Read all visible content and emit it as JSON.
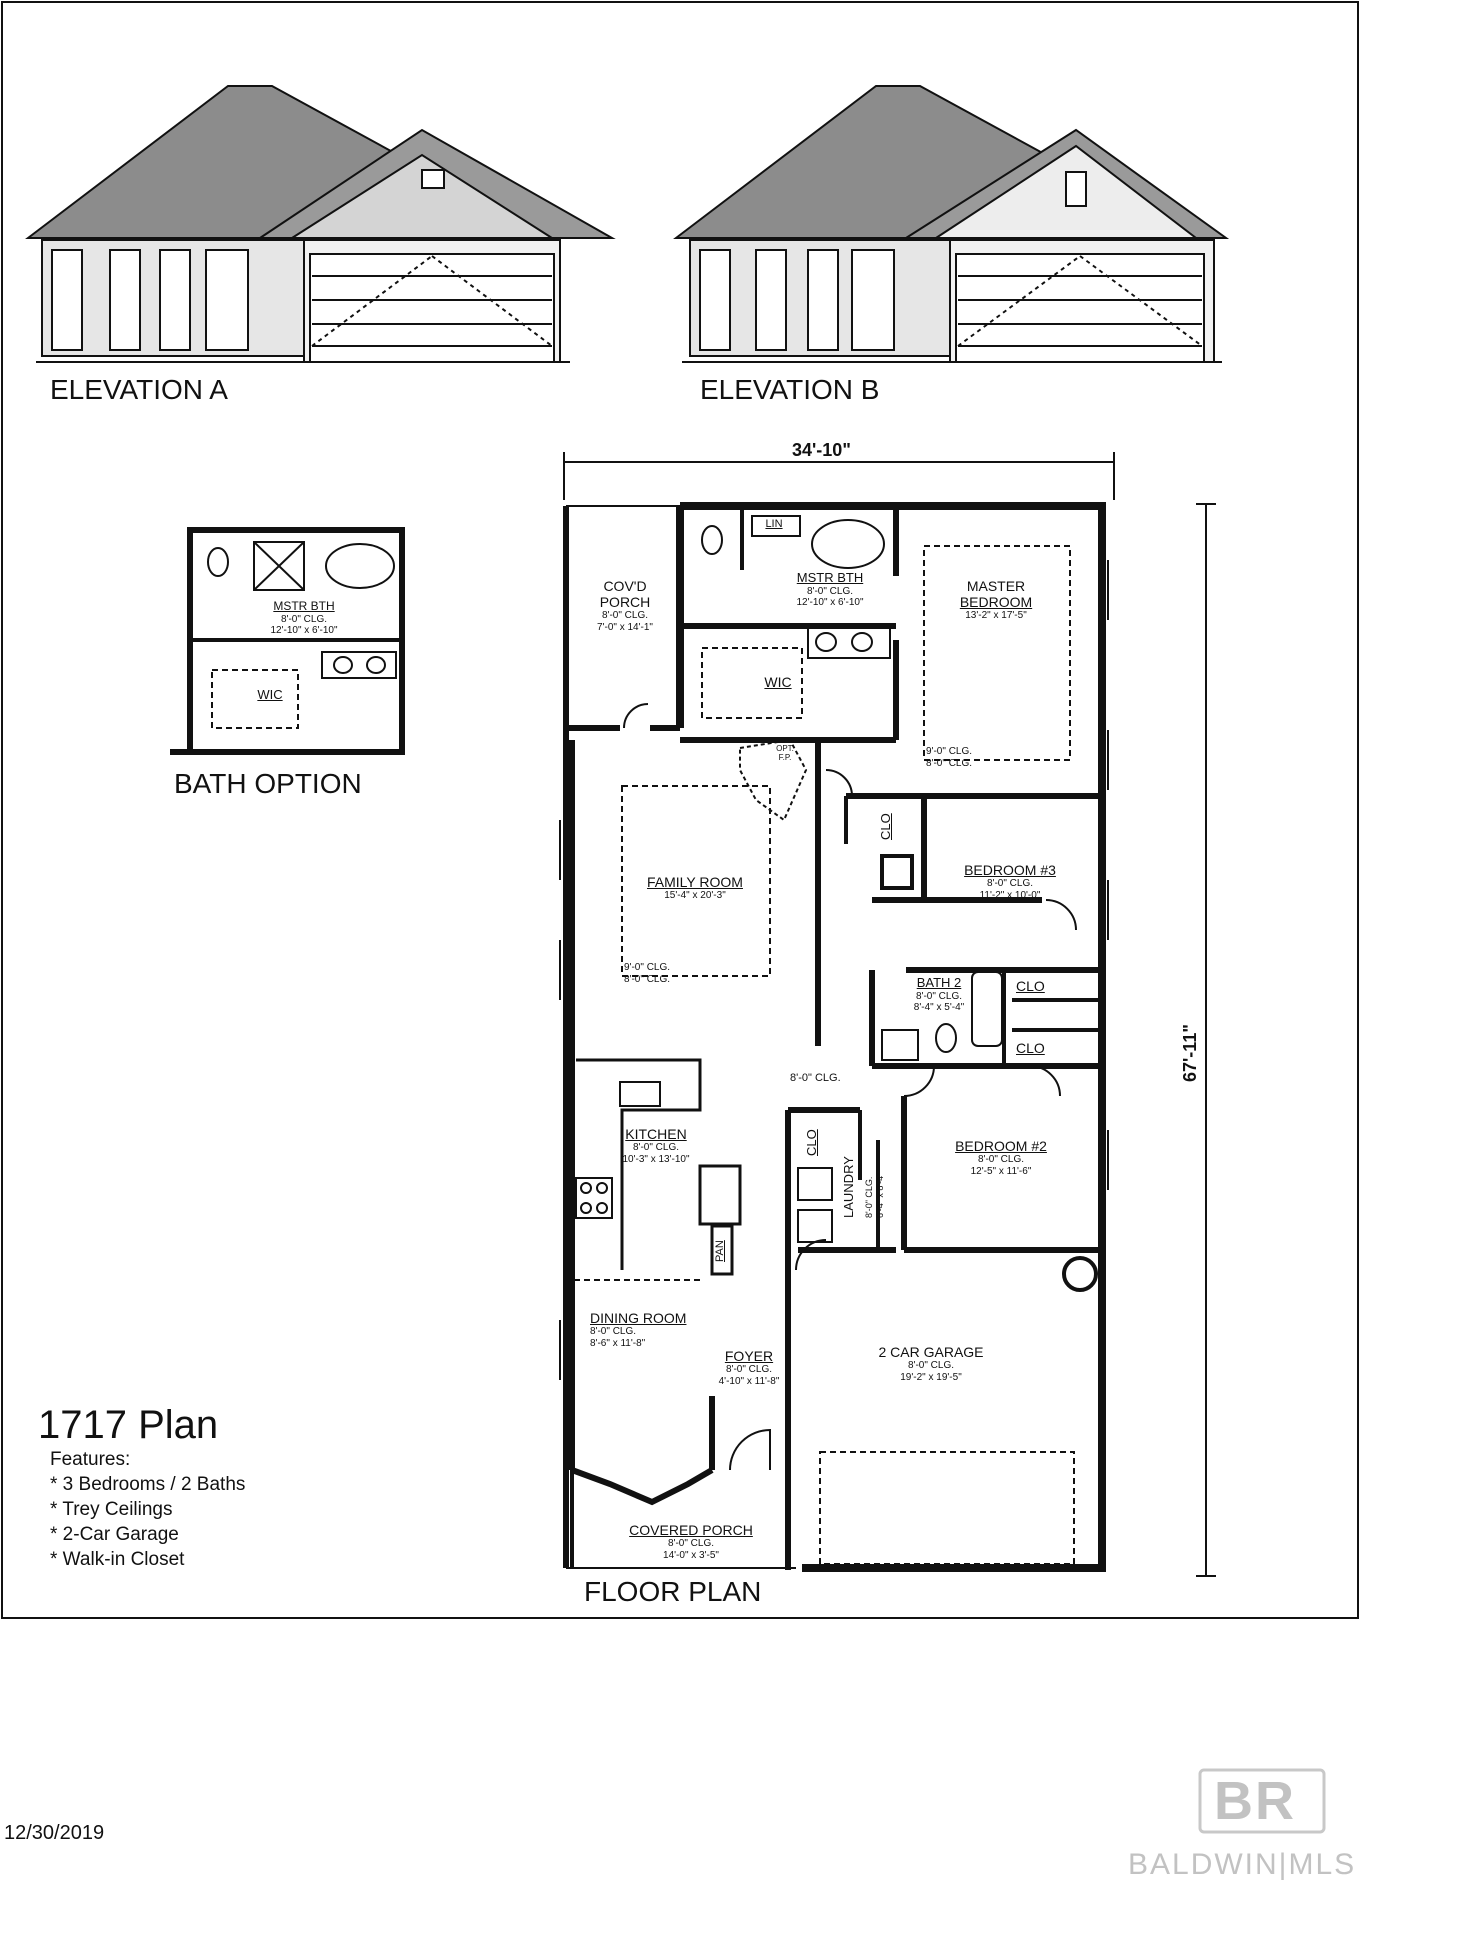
{
  "elevations": {
    "a_label": "ELEVATION A",
    "b_label": "ELEVATION B"
  },
  "bath_option": {
    "title": "BATH OPTION",
    "mstr_bth": {
      "name": "MSTR BTH",
      "clg": "8'-0\" CLG.",
      "size": "12'-10\" x 6'-10\""
    },
    "wic": "WIC"
  },
  "floor_plan": {
    "title": "FLOOR PLAN",
    "dim_width": "34'-10\"",
    "dim_depth": "67'-11\"",
    "covd_porch": {
      "name1": "COV'D",
      "name2": "PORCH",
      "clg": "8'-0\" CLG.",
      "size": "7'-0\" x 14'-1\""
    },
    "lin": "LIN",
    "mstr_bth": {
      "name": "MSTR BTH",
      "clg": "8'-0\" CLG.",
      "size": "12'-10\" x 6'-10\""
    },
    "master_bedroom": {
      "name1": "MASTER",
      "name2": "BEDROOM",
      "size": "13'-2\" x 17'-5\"",
      "clg1": "9'-0\" CLG.",
      "clg2": "8'-0\" CLG."
    },
    "wic": "WIC",
    "opt_fp1": "OPT.",
    "opt_fp2": "F.P.",
    "family_room": {
      "name": "FAMILY ROOM",
      "size": "15'-4\" x 20'-3\"",
      "clg1": "9'-0\" CLG.",
      "clg2": "8'-0\" CLG."
    },
    "bedroom3": {
      "name": "BEDROOM #3",
      "clg": "8'-0\" CLG.",
      "size": "11'-2\" x 10'-0\""
    },
    "bath2": {
      "name": "BATH 2",
      "clg": "8'-0\" CLG.",
      "size": "8'-4\" x 5'-4\""
    },
    "clo": "CLO",
    "hall_clg": "8'-0\" CLG.",
    "kitchen": {
      "name": "KITCHEN",
      "clg": "8'-0\" CLG.",
      "size": "10'-3\" x 13'-10\""
    },
    "pan": "PAN",
    "laundry": {
      "name": "LAUNDRY",
      "clg": "8'-0\" CLG.",
      "size": "6'-4\" x 8'-4\""
    },
    "bedroom2": {
      "name": "BEDROOM #2",
      "clg": "8'-0\" CLG.",
      "size": "12'-5\" x 11'-6\""
    },
    "dining_room": {
      "name": "DINING ROOM",
      "clg": "8'-0\" CLG.",
      "size": "8'-6\" x 11'-8\""
    },
    "foyer": {
      "name": "FOYER",
      "clg": "8'-0\" CLG.",
      "size": "4'-10\" x 11'-8\""
    },
    "garage": {
      "name": "2 CAR GARAGE",
      "clg": "8'-0\" CLG.",
      "size": "19'-2\" x 19'-5\""
    },
    "covered_porch": {
      "name": "COVERED PORCH",
      "clg": "8'-0\" CLG.",
      "size": "14'-0\" x 3'-5\""
    }
  },
  "plan_info": {
    "name": "1717 Plan",
    "features_label": "Features:",
    "features": [
      "* 3 Bedrooms / 2 Baths",
      "* Trey Ceilings",
      "* 2-Car Garage",
      "* Walk-in Closet"
    ]
  },
  "date": "12/30/2019",
  "watermark": {
    "logo": "BR",
    "text": "BALDWIN|MLS"
  }
}
